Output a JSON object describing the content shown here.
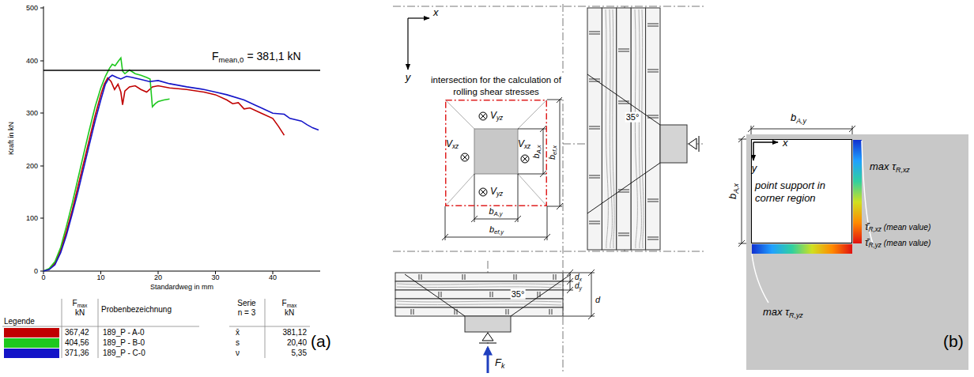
{
  "diagram": {
    "nodes": [
      {
        "text": [
          "intersection for the calculation of rolling shear stresses"
        ]
      },
      {
        "text": [
          "point support in corner region"
        ]
      }
    ],
    "labels": [
      "500",
      "400",
      "300",
      "200",
      "100",
      "0",
      "0",
      "10",
      "20",
      "30",
      "40",
      "Kraft in kN",
      "Standardweg in mm",
      "F",
      "mean,0",
      "= 381,1 kN",
      "F",
      "max",
      "kN",
      "Probenbezeichnung",
      "Serie",
      "n = 3",
      "F",
      "max",
      "kN",
      "Legende",
      "367,42",
      "404,56",
      "371,36",
      "x̄",
      "s",
      "ν",
      "381,12",
      "20,40",
      "5,35",
      "(a)",
      "(b)",
      "x",
      "y",
      "V",
      "yz",
      "V",
      "xz",
      "V",
      "xz",
      "V",
      "yz",
      "b",
      "A,x",
      "b",
      "ef,x",
      "b",
      "A,y",
      "b",
      "ef,y",
      "35°",
      "35°",
      "d",
      "x",
      "d",
      "y",
      "d",
      "F",
      "k",
      "b",
      "A,y",
      "b",
      "A,x",
      "x",
      "y",
      "max τ",
      "R,xz",
      "τ̄",
      "R,xz",
      "(mean value)",
      "τ̄",
      "R,yz",
      "(mean value)",
      "max τ",
      "R,yz"
    ],
    "legend": [
      {
        "text": "189_P - A-0",
        "color": "#c00000"
      },
      {
        "text": "189_P - B-0",
        "color": "#1ec81e"
      },
      {
        "text": "189_P - C-0",
        "color": "#1414c8"
      }
    ]
  }
}
